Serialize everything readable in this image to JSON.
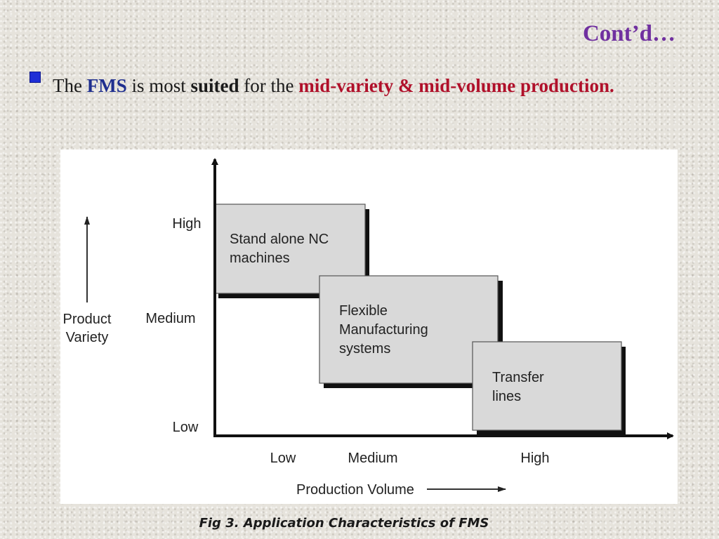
{
  "slide": {
    "title": "Cont’d…",
    "bullet": {
      "text_1": "The ",
      "text_fms": "FMS",
      "text_2": " is most ",
      "text_suited": "suited",
      "text_3": " for the ",
      "text_highlight": "mid-variety & mid-volume production."
    },
    "caption": "Fig 3. Application Characteristics of FMS"
  },
  "diagram": {
    "y_axis_title": [
      "Product",
      "Variety"
    ],
    "x_axis_title": "Production Volume",
    "y_levels": [
      "High",
      "Medium",
      "Low"
    ],
    "x_levels": [
      "Low",
      "Medium",
      "High"
    ],
    "regions": [
      {
        "lines": [
          "Stand alone NC",
          "machines"
        ]
      },
      {
        "lines": [
          "Flexible",
          "Manufacturing",
          "systems"
        ]
      },
      {
        "lines": [
          "Transfer",
          "lines"
        ]
      }
    ]
  }
}
